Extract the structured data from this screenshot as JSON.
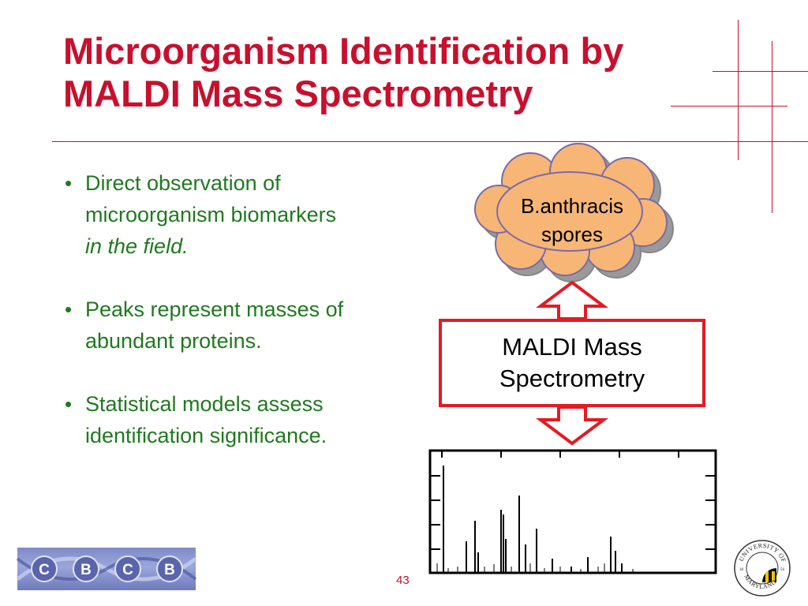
{
  "slide": {
    "title_line1": "Microorganism Identification by",
    "title_line2": "MALDI Mass Spectrometry",
    "page_number": "43",
    "accent_color": "#c8102e",
    "text_color": "#1f7a1f"
  },
  "bullets": [
    {
      "text": "Direct observation of microorganism biomarkers",
      "emphasis": "in the field."
    },
    {
      "text": "Peaks represent masses of abundant proteins."
    },
    {
      "text": "Statistical models assess identification significance."
    }
  ],
  "diagram": {
    "cloud_line1": "B.anthracis",
    "cloud_line2": "spores",
    "box_line1": "MALDI Mass",
    "box_line2": "Spectrometry"
  },
  "logos": {
    "cbcb_letters": [
      "C",
      "B",
      "C",
      "B"
    ],
    "umd_lettering": "UNIVERSITY OF MARYLAND 18 56"
  }
}
